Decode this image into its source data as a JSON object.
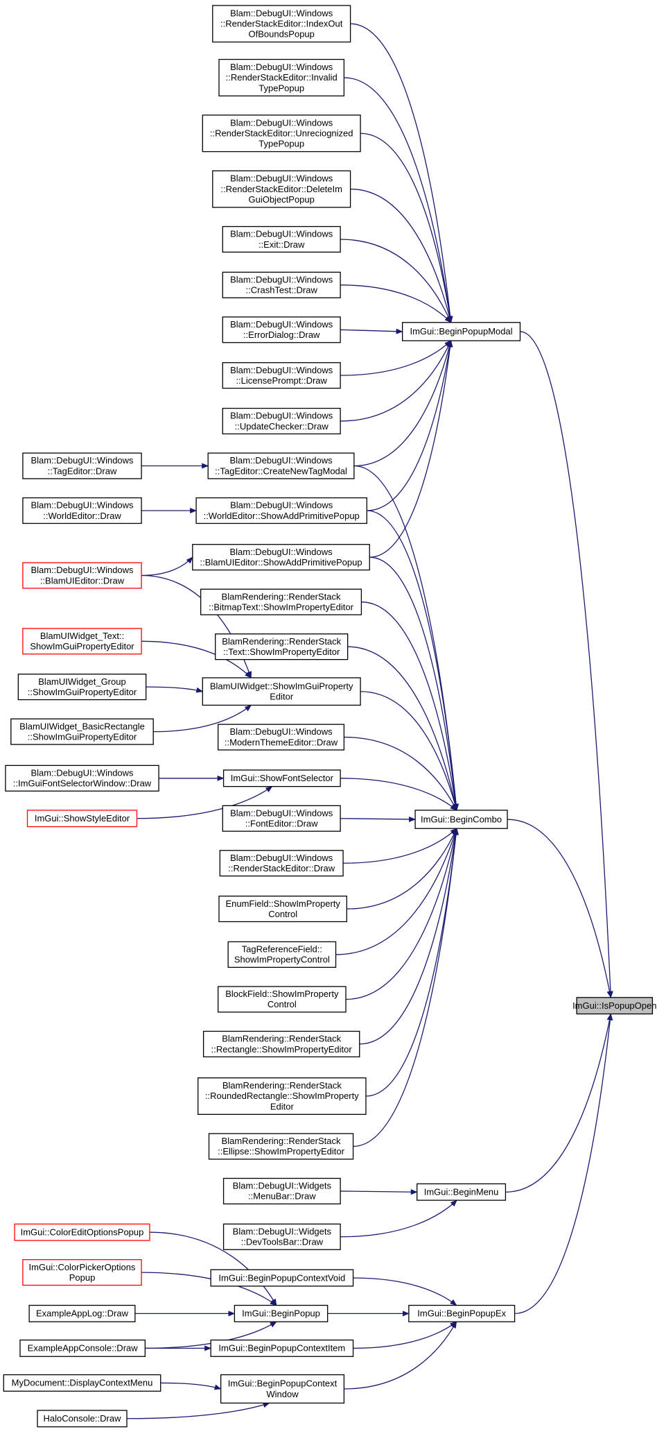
{
  "nodes": [
    {
      "id": "bpm",
      "lines": [
        "ImGui::BeginPopupModal"
      ],
      "interactable": true
    },
    {
      "id": "bcombo",
      "lines": [
        "ImGui::BeginCombo"
      ],
      "interactable": true
    },
    {
      "id": "ispopupopen",
      "lines": [
        "ImGui::IsPopupOpen"
      ],
      "interactable": false,
      "target": true
    },
    {
      "id": "bmenu",
      "lines": [
        "ImGui::BeginMenu"
      ],
      "interactable": true
    },
    {
      "id": "bpex",
      "lines": [
        "ImGui::BeginPopupEx"
      ],
      "interactable": true
    },
    {
      "id": "bpopup",
      "lines": [
        "ImGui::BeginPopup"
      ],
      "interactable": true
    },
    {
      "id": "bpci",
      "lines": [
        "ImGui::BeginPopupContextItem"
      ],
      "interactable": true
    },
    {
      "id": "bpcw",
      "lines": [
        "ImGui::BeginPopupContext",
        "Window"
      ],
      "interactable": true
    },
    {
      "id": "bpcv",
      "lines": [
        "ImGui::BeginPopupContextVoid"
      ],
      "interactable": true
    },
    {
      "id": "n1",
      "lines": [
        "Blam::DebugUI::Windows",
        "::RenderStackEditor::IndexOut",
        "OfBoundsPopup"
      ],
      "interactable": true
    },
    {
      "id": "n2",
      "lines": [
        "Blam::DebugUI::Windows",
        "::RenderStackEditor::Invalid",
        "TypePopup"
      ],
      "interactable": true
    },
    {
      "id": "n3",
      "lines": [
        "Blam::DebugUI::Windows",
        "::RenderStackEditor::Unreciognized",
        "TypePopup"
      ],
      "interactable": true
    },
    {
      "id": "n4",
      "lines": [
        "Blam::DebugUI::Windows",
        "::RenderStackEditor::DeleteIm",
        "GuiObjectPopup"
      ],
      "interactable": true
    },
    {
      "id": "n5",
      "lines": [
        "Blam::DebugUI::Windows",
        "::Exit::Draw"
      ],
      "interactable": true
    },
    {
      "id": "n6",
      "lines": [
        "Blam::DebugUI::Windows",
        "::CrashTest::Draw"
      ],
      "interactable": true
    },
    {
      "id": "n7",
      "lines": [
        "Blam::DebugUI::Windows",
        "::ErrorDialog::Draw"
      ],
      "interactable": true
    },
    {
      "id": "n8",
      "lines": [
        "Blam::DebugUI::Windows",
        "::LicensePrompt::Draw"
      ],
      "interactable": true
    },
    {
      "id": "n9",
      "lines": [
        "Blam::DebugUI::Windows",
        "::UpdateChecker::Draw"
      ],
      "interactable": true
    },
    {
      "id": "n10",
      "lines": [
        "Blam::DebugUI::Windows",
        "::TagEditor::CreateNewTagModal"
      ],
      "interactable": true
    },
    {
      "id": "n11",
      "lines": [
        "Blam::DebugUI::Windows",
        "::TagEditor::Draw"
      ],
      "interactable": true
    },
    {
      "id": "n12",
      "lines": [
        "Blam::DebugUI::Windows",
        "::WorldEditor::ShowAddPrimitivePopup"
      ],
      "interactable": true
    },
    {
      "id": "n13",
      "lines": [
        "Blam::DebugUI::Windows",
        "::WorldEditor::Draw"
      ],
      "interactable": true
    },
    {
      "id": "n14",
      "lines": [
        "Blam::DebugUI::Windows",
        "::BlamUIEditor::ShowAddPrimitivePopup"
      ],
      "interactable": true
    },
    {
      "id": "n15",
      "lines": [
        "Blam::DebugUI::Windows",
        "::BlamUIEditor::Draw"
      ],
      "interactable": true,
      "red": true
    },
    {
      "id": "n16",
      "lines": [
        "BlamRendering::RenderStack",
        "::BitmapText::ShowImPropertyEditor"
      ],
      "interactable": true
    },
    {
      "id": "n17",
      "lines": [
        "BlamRendering::RenderStack",
        "::Text::ShowImPropertyEditor"
      ],
      "interactable": true
    },
    {
      "id": "n18",
      "lines": [
        "BlamUIWidget_Text::",
        "ShowImGuiPropertyEditor"
      ],
      "interactable": true,
      "red": true
    },
    {
      "id": "n19",
      "lines": [
        "BlamUIWidget::ShowImGuiProperty",
        "Editor"
      ],
      "interactable": true
    },
    {
      "id": "n20",
      "lines": [
        "BlamUIWidget_Group",
        "::ShowImGuiPropertyEditor"
      ],
      "interactable": true
    },
    {
      "id": "n21",
      "lines": [
        "BlamUIWidget_BasicRectangle",
        "::ShowImGuiPropertyEditor"
      ],
      "interactable": true
    },
    {
      "id": "n22",
      "lines": [
        "Blam::DebugUI::Windows",
        "::ModernThemeEditor::Draw"
      ],
      "interactable": true
    },
    {
      "id": "n23",
      "lines": [
        "ImGui::ShowFontSelector"
      ],
      "interactable": true
    },
    {
      "id": "n24",
      "lines": [
        "Blam::DebugUI::Windows",
        "::ImGuiFontSelectorWindow::Draw"
      ],
      "interactable": true
    },
    {
      "id": "n25",
      "lines": [
        "ImGui::ShowStyleEditor"
      ],
      "interactable": true,
      "red": true
    },
    {
      "id": "n26",
      "lines": [
        "Blam::DebugUI::Windows",
        "::FontEditor::Draw"
      ],
      "interactable": true
    },
    {
      "id": "n27",
      "lines": [
        "Blam::DebugUI::Windows",
        "::RenderStackEditor::Draw"
      ],
      "interactable": true
    },
    {
      "id": "n28",
      "lines": [
        "EnumField::ShowImProperty",
        "Control"
      ],
      "interactable": true
    },
    {
      "id": "n29",
      "lines": [
        "TagReferenceField::",
        "ShowImPropertyControl"
      ],
      "interactable": true
    },
    {
      "id": "n30",
      "lines": [
        "BlockField::ShowImProperty",
        "Control"
      ],
      "interactable": true
    },
    {
      "id": "n31",
      "lines": [
        "BlamRendering::RenderStack",
        "::Rectangle::ShowImPropertyEditor"
      ],
      "interactable": true
    },
    {
      "id": "n32",
      "lines": [
        "BlamRendering::RenderStack",
        "::RoundedRectangle::ShowImProperty",
        "Editor"
      ],
      "interactable": true
    },
    {
      "id": "n33",
      "lines": [
        "BlamRendering::RenderStack",
        "::Ellipse::ShowImPropertyEditor"
      ],
      "interactable": true
    },
    {
      "id": "n34",
      "lines": [
        "Blam::DebugUI::Widgets",
        "::MenuBar::Draw"
      ],
      "interactable": true
    },
    {
      "id": "n35",
      "lines": [
        "Blam::DebugUI::Widgets",
        "::DevToolsBar::Draw"
      ],
      "interactable": true
    },
    {
      "id": "n36",
      "lines": [
        "ImGui::ColorEditOptionsPopup"
      ],
      "interactable": true,
      "red": true
    },
    {
      "id": "n37",
      "lines": [
        "ImGui::ColorPickerOptions",
        "Popup"
      ],
      "interactable": true,
      "red": true
    },
    {
      "id": "n38",
      "lines": [
        "ExampleAppLog::Draw"
      ],
      "interactable": true
    },
    {
      "id": "n39",
      "lines": [
        "ExampleAppConsole::Draw"
      ],
      "interactable": true
    },
    {
      "id": "n40",
      "lines": [
        "MyDocument::DisplayContextMenu"
      ],
      "interactable": true
    },
    {
      "id": "n41",
      "lines": [
        "HaloConsole::Draw"
      ],
      "interactable": true
    }
  ],
  "edges": [
    [
      "n1",
      "bpm"
    ],
    [
      "n2",
      "bpm"
    ],
    [
      "n3",
      "bpm"
    ],
    [
      "n4",
      "bpm"
    ],
    [
      "n5",
      "bpm"
    ],
    [
      "n6",
      "bpm"
    ],
    [
      "n7",
      "bpm"
    ],
    [
      "n8",
      "bpm"
    ],
    [
      "n9",
      "bpm"
    ],
    [
      "n10",
      "bpm"
    ],
    [
      "n12",
      "bpm"
    ],
    [
      "n14",
      "bpm"
    ],
    [
      "n11",
      "n10"
    ],
    [
      "n13",
      "n12"
    ],
    [
      "n15",
      "n14"
    ],
    [
      "n15",
      "n19"
    ],
    [
      "n18",
      "n19"
    ],
    [
      "n20",
      "n19"
    ],
    [
      "n21",
      "n19"
    ],
    [
      "n24",
      "n23"
    ],
    [
      "n25",
      "n23"
    ],
    [
      "n10",
      "bcombo"
    ],
    [
      "n12",
      "bcombo"
    ],
    [
      "n14",
      "bcombo"
    ],
    [
      "n16",
      "bcombo"
    ],
    [
      "n17",
      "bcombo"
    ],
    [
      "n19",
      "bcombo"
    ],
    [
      "n22",
      "bcombo"
    ],
    [
      "n23",
      "bcombo"
    ],
    [
      "n26",
      "bcombo"
    ],
    [
      "n27",
      "bcombo"
    ],
    [
      "n28",
      "bcombo"
    ],
    [
      "n29",
      "bcombo"
    ],
    [
      "n30",
      "bcombo"
    ],
    [
      "n31",
      "bcombo"
    ],
    [
      "n32",
      "bcombo"
    ],
    [
      "n33",
      "bcombo"
    ],
    [
      "n34",
      "bmenu"
    ],
    [
      "n35",
      "bmenu"
    ],
    [
      "n36",
      "bpopup"
    ],
    [
      "n37",
      "bpopup"
    ],
    [
      "n38",
      "bpopup"
    ],
    [
      "n39",
      "bpopup"
    ],
    [
      "n39",
      "bpci"
    ],
    [
      "n40",
      "bpcw"
    ],
    [
      "n41",
      "bpcw"
    ],
    [
      "bpcv",
      "bpex"
    ],
    [
      "bpopup",
      "bpex"
    ],
    [
      "bpci",
      "bpex"
    ],
    [
      "bpcw",
      "bpex"
    ],
    [
      "bpm",
      "ispopupopen"
    ],
    [
      "bcombo",
      "ispopupopen"
    ],
    [
      "bmenu",
      "ispopupopen"
    ],
    [
      "bpex",
      "ispopupopen"
    ]
  ],
  "colors": {
    "edge": "#191970",
    "node_border": "#000000",
    "red_border": "#ff0000",
    "target_fill": "#bfbfbf"
  }
}
